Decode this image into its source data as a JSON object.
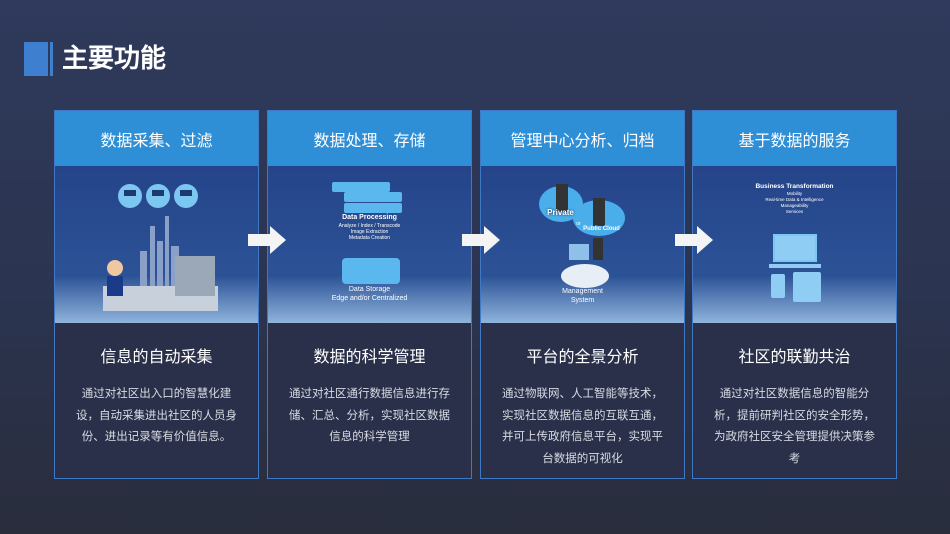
{
  "title": "主要功能",
  "cards": [
    {
      "header": "数据采集、过滤",
      "subtitle": "信息的自动采集",
      "desc": "通过对社区出入口的智慧化建设，自动采集进出社区的人员身份、进出记录等有价值信息。"
    },
    {
      "header": "数据处理、存储",
      "subtitle": "数据的科学管理",
      "desc": "通过对社区通行数据信息进行存储、汇总、分析，实现社区数据信息的科学管理",
      "img": {
        "l1": "Data Processing",
        "l2": "Analyze / Index / Transcode",
        "l3": "Image Extraction",
        "l4": "Metadata Creation",
        "l5": "Data Storage",
        "l6": "Edge and/or Centralized"
      }
    },
    {
      "header": "管理中心分析、归档",
      "subtitle": "平台的全景分析",
      "desc": "通过物联网、人工智能等技术，实现社区数据信息的互联互通，并可上传政府信息平台，实现平台数据的可视化",
      "img": {
        "private": "Private",
        "or": "or",
        "public": "Public Cloud",
        "mgmt1": "Management",
        "mgmt2": "System"
      }
    },
    {
      "header": "基于数据的服务",
      "subtitle": "社区的联勤共治",
      "desc": "通过对社区数据信息的智能分析，提前研判社区的安全形势，为政府社区安全管理提供决策参考",
      "img": {
        "l1": "Business Transformation",
        "l2": "Mobility",
        "l3": "Real-time Data & Intelligence",
        "l4": "Manageability",
        "l5": "Services"
      }
    }
  ]
}
